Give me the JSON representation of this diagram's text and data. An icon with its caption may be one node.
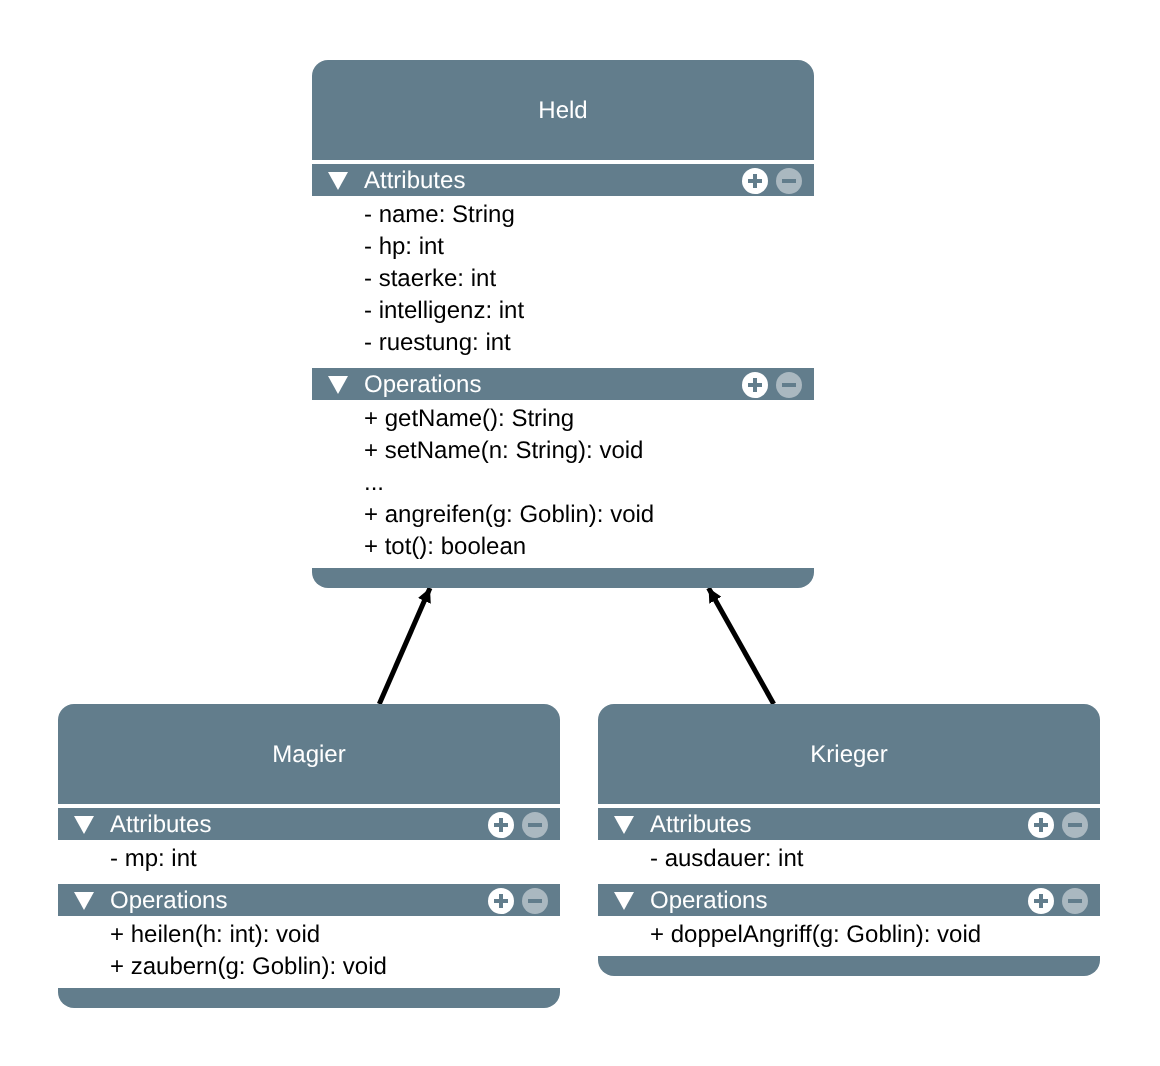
{
  "diagram": {
    "nodes": [
      {
        "text": [
          "Held"
        ]
      },
      {
        "text": [
          "Attributes",
          "- name: String",
          "- hp: int",
          "- staerke: int",
          "- intelligenz: int",
          "- ruestung: int"
        ],
        "in": 0
      },
      {
        "text": [
          "Operations",
          "+ getName(): String",
          "+ setName(n: String): void",
          "...",
          "+ angreifen(g: Goblin): void",
          "+ tot(): boolean"
        ],
        "in": 0
      },
      {
        "text": [
          "Magier"
        ]
      },
      {
        "text": [
          "Attributes",
          "- mp: int"
        ],
        "in": 3
      },
      {
        "text": [
          "Operations",
          "+ heilen(h: int): void",
          "+ zaubern(g: Goblin): void"
        ],
        "in": 3
      },
      {
        "text": [
          "Krieger"
        ]
      },
      {
        "text": [
          "Attributes",
          "- ausdauer: int"
        ],
        "in": 6
      },
      {
        "text": [
          "Operations",
          "+ doppelAngriff(g: Goblin): void"
        ],
        "in": 6
      }
    ],
    "edges": [
      {
        "from": 3,
        "to": 0,
        "arrow": "to"
      },
      {
        "from": 6,
        "to": 0,
        "arrow": "to"
      }
    ]
  }
}
